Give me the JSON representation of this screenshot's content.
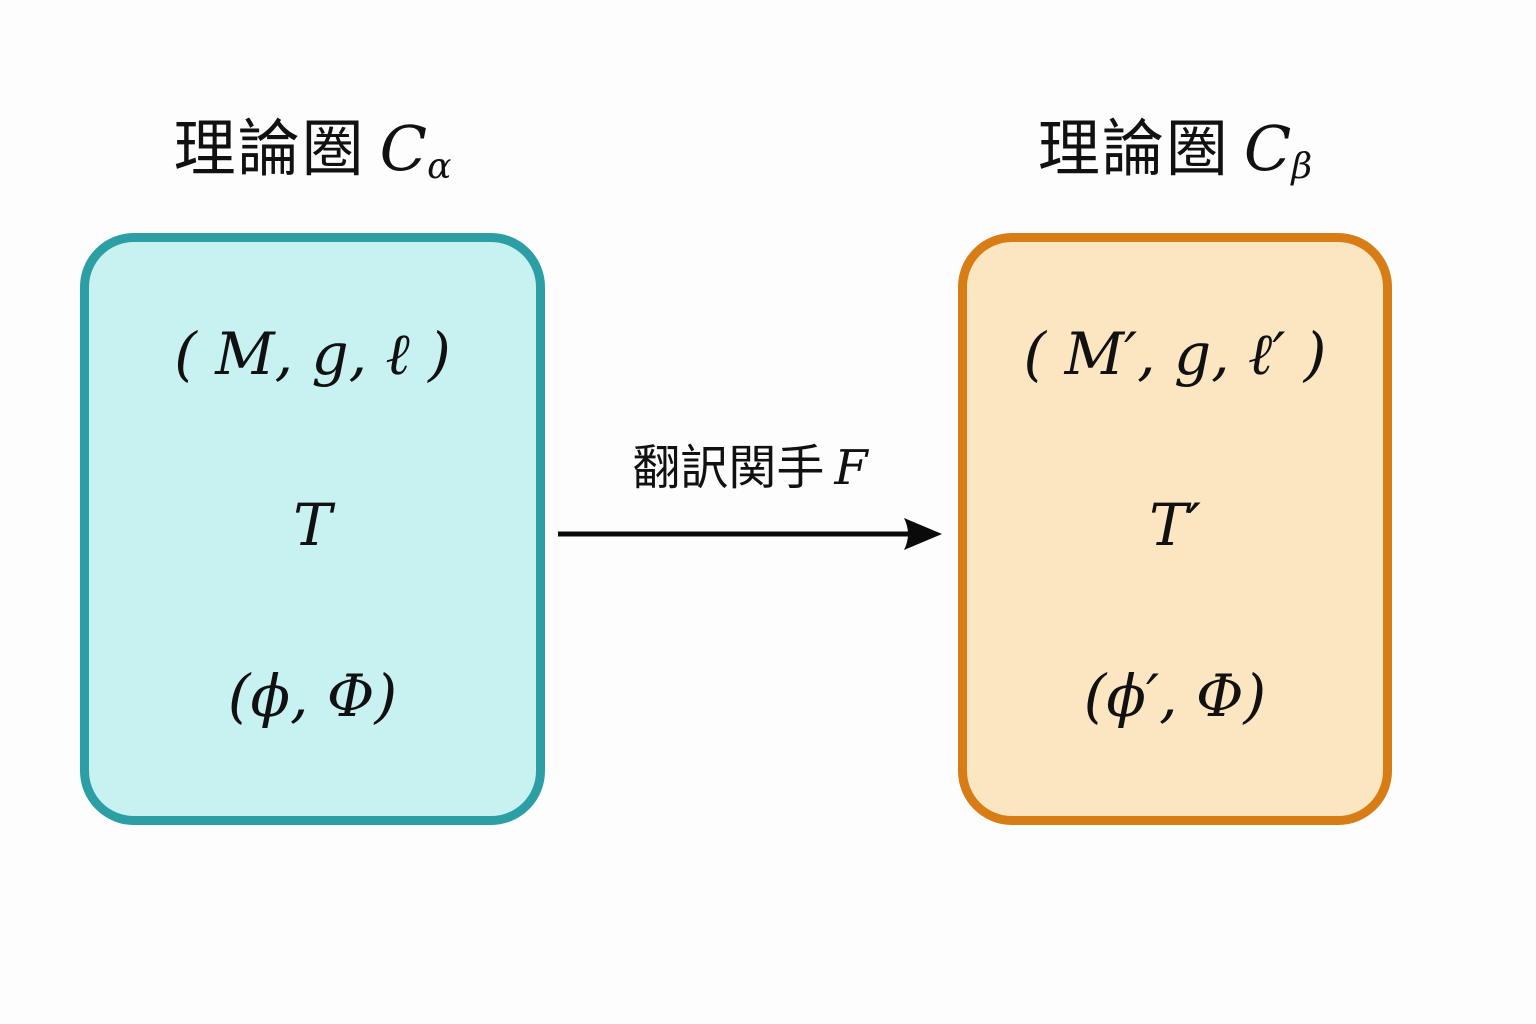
{
  "left": {
    "title_jp": "理論圏",
    "title_var": "C",
    "title_sub": "α",
    "lines": {
      "tuple": "( M, g, ℓ )",
      "object": "T",
      "pair": "(ϕ, Φ)"
    },
    "colors": {
      "fill": "#c8f1f2",
      "border": "#2b9fa3"
    }
  },
  "right": {
    "title_jp": "理論圏",
    "title_var": "C",
    "title_sub": "β",
    "lines": {
      "tuple": "( M′, g, ℓ′ )",
      "object": "T′",
      "pair": "(ϕ′, Φ)"
    },
    "colors": {
      "fill": "#fce5c1",
      "border": "#d87c15"
    }
  },
  "arrow": {
    "label_jp": "翻訳関手",
    "label_var": "F",
    "color": "#0a0a0a"
  }
}
